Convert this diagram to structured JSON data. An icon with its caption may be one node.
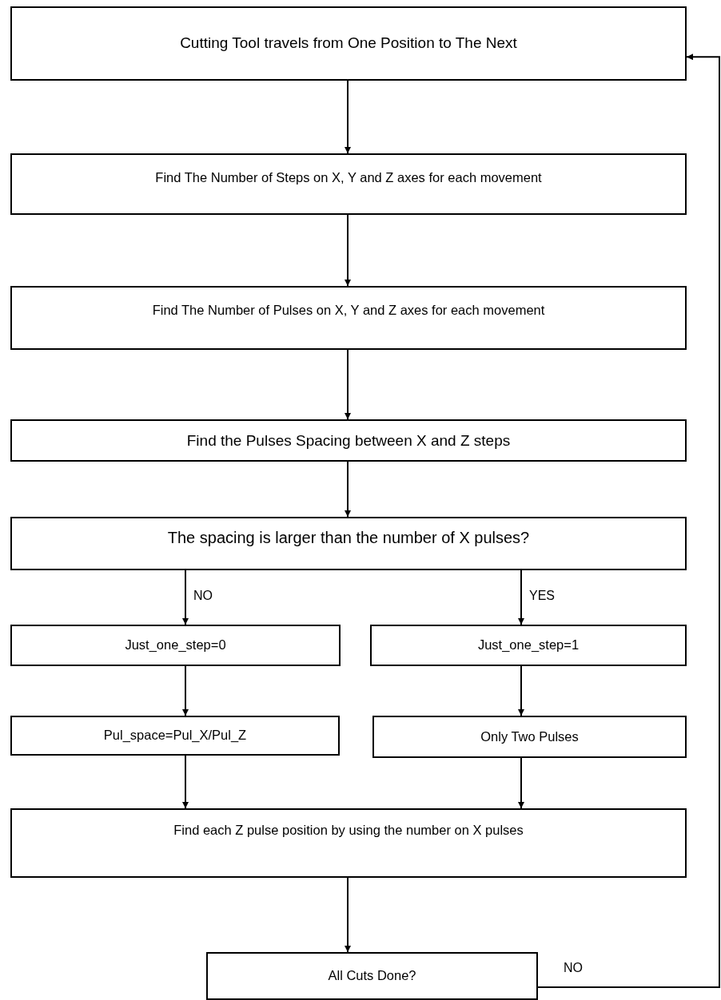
{
  "diagram": {
    "nodes": [
      {
        "text": [
          "Cutting Tool travels from One Position to The Next"
        ]
      },
      {
        "text": [
          "Find The Number of Steps on X, Y and Z axes for each movement"
        ]
      },
      {
        "text": [
          "Find The Number of Pulses on X, Y and Z axes for each movement"
        ]
      },
      {
        "text": [
          "Find the Pulses Spacing between X and Z steps"
        ]
      },
      {
        "text": [
          "The spacing is larger than the number of X pulses?"
        ]
      },
      {
        "text": [
          "Just_one_step=0"
        ]
      },
      {
        "text": [
          "Just_one_step=1"
        ]
      },
      {
        "text": [
          "Pul_space=Pul_X/Pul_Z"
        ]
      },
      {
        "text": [
          "Only Two Pulses"
        ]
      },
      {
        "text": [
          "Find each Z pulse position by using the number on X pulses"
        ]
      },
      {
        "text": [
          "All Cuts Done?"
        ]
      }
    ],
    "edges": [
      {
        "from": 0,
        "to": 1,
        "arrow": "to"
      },
      {
        "from": 1,
        "to": 2,
        "arrow": "to"
      },
      {
        "from": 2,
        "to": 3,
        "arrow": "to"
      },
      {
        "from": 3,
        "to": 4,
        "arrow": "to"
      },
      {
        "from": 4,
        "to": 5,
        "arrow": "to",
        "label": "NO"
      },
      {
        "from": 4,
        "to": 6,
        "arrow": "to",
        "label": "YES"
      },
      {
        "from": 5,
        "to": 7,
        "arrow": "to"
      },
      {
        "from": 6,
        "to": 8,
        "arrow": "to"
      },
      {
        "from": 7,
        "to": 9,
        "arrow": "to"
      },
      {
        "from": 8,
        "to": 9,
        "arrow": "to"
      },
      {
        "from": 9,
        "to": 10,
        "arrow": "to"
      },
      {
        "from": 10,
        "to": 0,
        "arrow": "to",
        "label": "NO"
      }
    ]
  }
}
